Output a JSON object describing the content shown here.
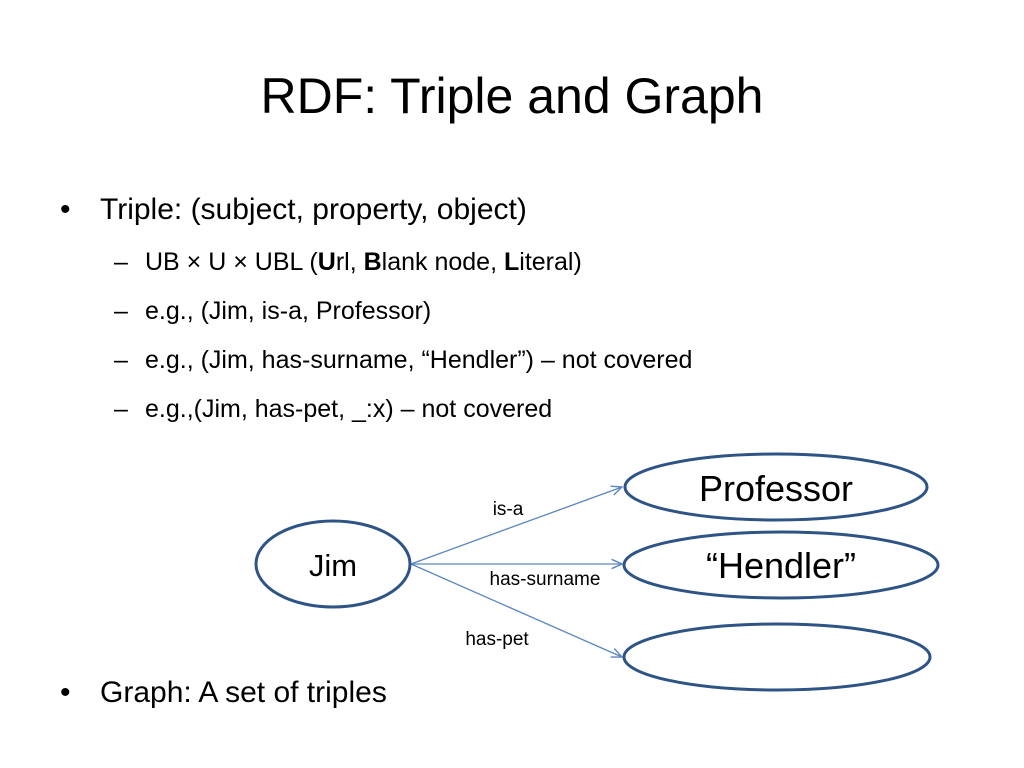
{
  "title": "RDF: Triple and Graph",
  "bullet_marker": "•",
  "sub_marker": "–",
  "bullets": [
    {
      "text": "Triple: (subject, property, object)",
      "subitems": [
        {
          "parts": [
            "UB × U × UBL (",
            "U",
            "rl, ",
            "B",
            "lank node, ",
            "L",
            "iteral)"
          ]
        },
        {
          "text": "e.g., (Jim, is-a, Professor)"
        },
        {
          "text": "e.g., (Jim, has-surname, “Hendler”) – not covered"
        },
        {
          "text": "e.g.,(Jim, has-pet, _:x) – not covered"
        }
      ]
    },
    {
      "text": "Graph: A set of triples"
    }
  ],
  "graph": {
    "nodes": {
      "jim": "Jim",
      "professor": "Professor",
      "hendler": "“Hendler”",
      "blank": ""
    },
    "edges": {
      "is_a": "is-a",
      "has_surname": "has-surname",
      "has_pet": "has-pet"
    }
  },
  "colors": {
    "node_stroke": "#2e5486",
    "edge_line": "#5b86c0"
  }
}
